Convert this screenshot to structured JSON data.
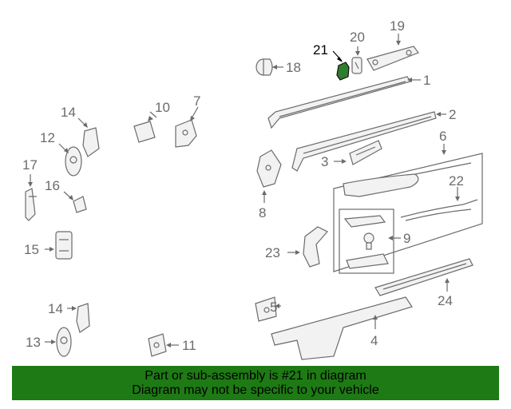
{
  "callouts": {
    "c1": "1",
    "c2": "2",
    "c3": "3",
    "c4": "4",
    "c5": "5",
    "c6": "6",
    "c7": "7",
    "c8": "8",
    "c9": "9",
    "c10": "10",
    "c11": "11",
    "c12": "12",
    "c13": "13",
    "c14a": "14",
    "c14b": "14",
    "c15": "15",
    "c16": "16",
    "c17": "17",
    "c18": "18",
    "c19": "19",
    "c20": "20",
    "c21": "21",
    "c22": "22",
    "c23": "23",
    "c24": "24"
  },
  "highlight": {
    "part": "21",
    "color": "#2f7d2f"
  },
  "footer": {
    "line1": "Part or sub-assembly is #21 in diagram",
    "line2": "Diagram may not be specific to your vehicle",
    "background": "#1e7a14"
  }
}
